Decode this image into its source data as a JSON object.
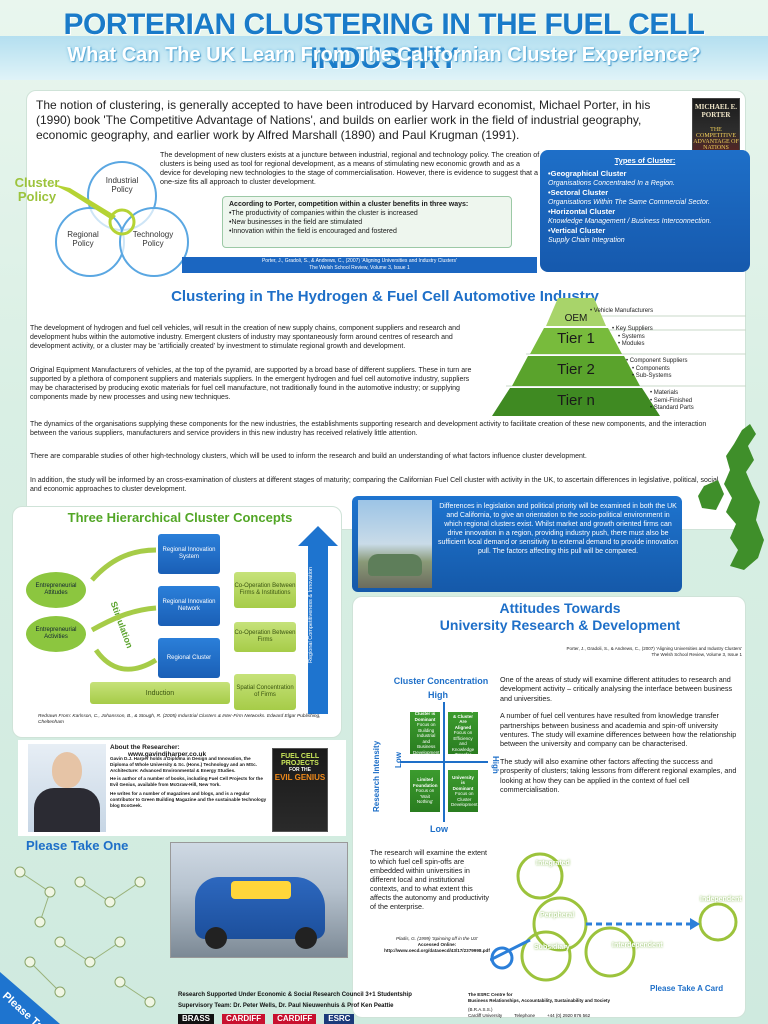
{
  "header": {
    "title": "PORTERIAN CLUSTERING IN THE FUEL CELL INDUSTRY",
    "subtitle": "What Can The UK Learn From The Californian Cluster Experience?"
  },
  "intro": {
    "paragraph": "The notion of clustering, is generally accepted to have been introduced by Harvard economist, Michael Porter, in his (1990) book 'The Competitive Advantage of Nations', and builds on earlier work in the field of industrial geography, economic geography, and earlier work by Alfred Marshall (1890) and Paul Krugman (1991).",
    "book_title": "MICHAEL E. PORTER",
    "book_subtitle": "THE COMPETITIVE ADVANTAGE OF NATIONS",
    "development": "The development of new clusters exists at a juncture between industrial, regional and technology policy. The creation of clusters is being used as tool for regional development, as a means of stimulating new economic growth and as a device for developing new technologies to the stage of commercialisation. However, there is evidence to suggest that a one-size fits all approach to cluster development."
  },
  "venn": {
    "policy_label": "Cluster Policy",
    "circles": [
      "Industrial Policy",
      "Regional Policy",
      "Technology Policy"
    ]
  },
  "porter_box": {
    "heading": "According to Porter, competition within a cluster benefits in three ways:",
    "items": [
      "•The productivity of companies within the cluster is increased",
      "•New businesses in the field are stimulated",
      "•Innovation within the field is encouraged and fostered"
    ]
  },
  "cite1": {
    "line1": "Porter, J., Gradoli, S., & Andrews, C., (2007) 'Aligning Universities and Industry Clusters'",
    "line2": "The Welsh School Review, Volume 3, Issue 1"
  },
  "types_of_cluster": {
    "heading": "Types of Cluster:",
    "items": [
      {
        "name": "•Geographical Cluster",
        "desc": "Organisations Concentrated In a Region."
      },
      {
        "name": "•Sectoral Cluster",
        "desc": "Organisations Within The Same Commercial Sector."
      },
      {
        "name": "•Horizontal Cluster",
        "desc": "Knowledge Management / Business Interconnection."
      },
      {
        "name": "•Vertical Cluster",
        "desc": "Supply Chain Integration"
      }
    ]
  },
  "hydrogen": {
    "title": "Clustering in The Hydrogen & Fuel Cell Automotive Industry",
    "p1": "The development of hydrogen and fuel cell vehicles, will result in the creation of new supply chains, component suppliers and research and development hubs within the automotive industry. Emergent clusters of industry may spontaneously form around centres of research and development activity, or a cluster may be 'artificially created' by investment to stimulate regional growth and development.",
    "p2": "Original Equipment Manufacturers of vehicles, at the top of the pyramid, are supported by a broad base of different suppliers. These in turn are supported by a plethora of component suppliers and materials suppliers. In the emergent hydrogen and fuel cell automotive industry, suppliers may be characterised by producing exotic materials for fuel cell manufacture, not traditionally found in the automotive industry; or supplying components made by new processes and using new techniques.",
    "p3": "The dynamics of the organisations supplying these components for the new industries, the establishments supporting research and development activity to facilitate creation of these new components, and the interaction between the various suppliers, manufacturers and service providers in this new industry has received relatively little attention.",
    "p4": "There are comparable studies of other high-technology clusters, which will be used to inform the research and build an understanding of what factors influence cluster development.",
    "p5": "In addition, the study will be informed by an cross-examination of clusters at different stages of maturity; comparing the Californian Fuel Cell cluster with activity in the UK, to ascertain differences in legislative, political, social and economic approaches to cluster development."
  },
  "pyramid": {
    "tiers": [
      "OEM",
      "Tier 1",
      "Tier 2",
      "Tier n"
    ],
    "lists": [
      [
        "• Vehicle Manufacturers"
      ],
      [
        "• Key Suppliers",
        "• Systems",
        "• Modules"
      ],
      [
        "• Component Suppliers",
        "• Components",
        "• Sub-Systems"
      ],
      [
        "• Materials",
        "• Semi-Finished",
        "• Standard Parts"
      ]
    ]
  },
  "hierarchy": {
    "title": "Three Hierarchical Cluster Concepts",
    "left": [
      "Entrepreneurial Attitudes",
      "Entrepreneurial Activities"
    ],
    "blue": [
      "Regional Innovation System",
      "Regional Innovation Network",
      "Regional Cluster"
    ],
    "green": [
      "Co-Operation Between Firms & Institutions",
      "Co-Operation Between Firms",
      "Spatial Concentration of Firms"
    ],
    "induction": "Induction",
    "stimulation": "Stimulation",
    "arrow_label": "Regional Competitiveness & Innovation",
    "citation": "Redrawn From: Karlsson, C., Johansson, B., & Stough, R. (2005) Industrial Clusters & Inter-Firm Networks. Edward Elgar Publishing, Cheltenham"
  },
  "differences": {
    "text": "Differences in legislation and political priority will be examined in both the UK and California, to give an orientation to the socio-political environment in which regional clusters exist. Whilst market and growth oriented firms can drive innovation in a region, providing industry push, there must also be sufficient local demand or sensitivity to external demand to provide innovation pull. The factors affecting this pull will be compared."
  },
  "attitudes": {
    "title_line1": "Attitudes Towards",
    "title_line2": "University Research & Development",
    "cite_line1": "Porter, J., Gradoli, S., & Andrews, C., (2007) 'Aligning Universities and Industry Clusters'",
    "cite_line2": "The Welsh School Review, Volume 3, Issue 1",
    "matrix_title": "Cluster Concentration",
    "high_top": "High",
    "low_bottom": "Low",
    "axis_left": "Research Intensity",
    "left_low": "Low",
    "right_high": "High",
    "cells": [
      {
        "title": "Cluster is Dominant",
        "sub": "Focus on Building Industrial and Business Development"
      },
      {
        "title": "University & Cluster Are Aligned",
        "sub": "Focus on Efficiency and Knowledge Transfer"
      },
      {
        "title": "Limited Foundation",
        "sub": "Focus on 'Wait Nothing'"
      },
      {
        "title": "University is Dominant",
        "sub": "Focus on Cluster Development"
      }
    ],
    "p1": "One of the areas of study will examine different attitudes to research and development activity – critically analysing the interface between business and universities.",
    "p2": "A number of fuel cell ventures have resulted from knowledge transfer partnerships between business and academia and spin-off university ventures. The study will examine differences between how the relationship between the university and company can be characterised.",
    "p3": "The study will also examine other factors affecting the success and prosperity of clusters; taking lessons from different regional examples, and looking at how they can be applied in the context of fuel cell commercialisation."
  },
  "researcher": {
    "heading": "About the Researcher:",
    "website": "www.gavindjharper.co.uk",
    "bio1": "Gavin D.J. Harper holds a Diploma in Design and Innovation, the Diploma of Whole University & Sc. (Hons.) Technology and an MSc. Architecture: Advanced Environmental & Energy Studies.",
    "bio2": "He is author of a number of books, including Fuel Cell Projects for the Evil Genius, available from McGraw-Hill, New York.",
    "bio3": "He writes for a number of magazines and blogs, and is a regular contributor to Green Building Magazine and the sustainable technology blog EcoGeek.",
    "book_line1": "FUEL CELL",
    "book_line2": "PROJECTS",
    "book_line3": "FOR THE",
    "book_line4": "EVIL GENIUS"
  },
  "spinoff": {
    "text": "The research will examine the extent to which fuel cell spin-offs are embedded within universities in different local and institutional contexts, and to what extent this affects the autonomy and productivity of the enterprise.",
    "cite_line1": "Pladis, G. (1999) 'Spinning off in the US'",
    "cite_line2": "Accessed Online:",
    "cite_line3": "http://www.oecd.org/dataoecd/43/17/2379998.pdf"
  },
  "rings": [
    "Integrated",
    "Peripheral",
    "Subsidiary",
    "Interdependent",
    "Independent"
  ],
  "please_take_one": "Please Take One",
  "please_take_card": "Please Take A Card",
  "corner_text": "Please Take",
  "funding": {
    "line1": "Research Supported Under Economic & Social Research Council 3+1 Studentship",
    "line2": "Supervisory Team: Dr. Peter Wells, Dr. Paul Nieuwenhuis & Prof Ken Peattie"
  },
  "brass": {
    "line1": "The ESRC Centre for",
    "line2": "Business Relationships, Accountability, Sustainability and Society",
    "line3": "(B.R.A.S.S.)",
    "line4": "Cardiff University",
    "phone_label": "Telephone",
    "phone": "+44 (0) 2920 876 562"
  },
  "logos": [
    "BRASS",
    "CARDIFF",
    "CARDIFF",
    "ESRC"
  ]
}
